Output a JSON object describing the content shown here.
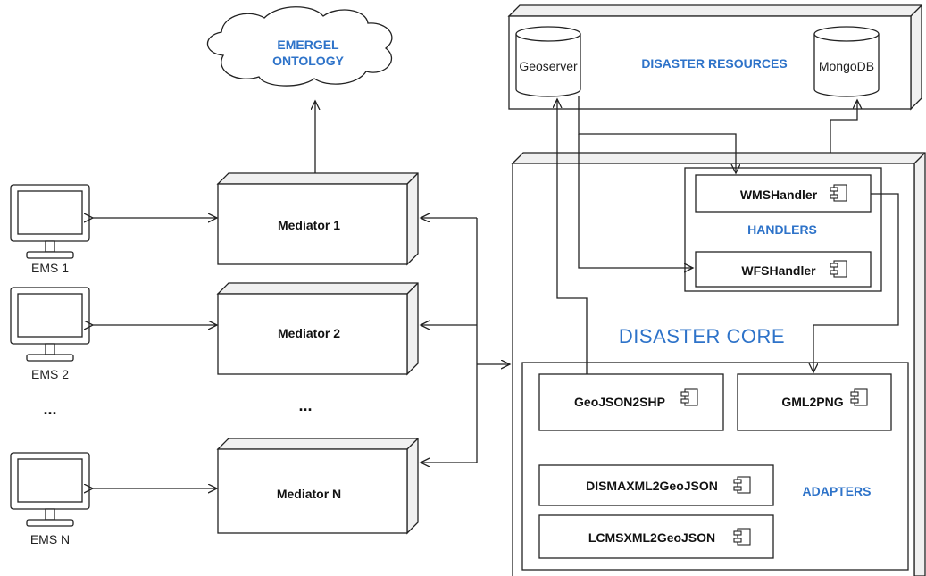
{
  "ontology": {
    "line1": "EMERGEL",
    "line2": "ONTOLOGY"
  },
  "resources": {
    "title": "DISASTER RESOURCES",
    "db1": "Geoserver",
    "db2": "MongoDB"
  },
  "core": {
    "title": "DISASTER CORE"
  },
  "handlers": {
    "title": "HANDLERS",
    "items": [
      "WMSHandler",
      "WFSHandler"
    ]
  },
  "adapters": {
    "title": "ADAPTERS",
    "items": [
      "GeoJSON2SHP",
      "GML2PNG",
      "DISMAXML2GeoJSON",
      "LCMSXML2GeoJSON"
    ]
  },
  "mediators": {
    "items": [
      "Mediator 1",
      "Mediator 2",
      "Mediator N"
    ],
    "ellipsis": "..."
  },
  "ems": {
    "items": [
      "EMS 1",
      "EMS 2",
      "EMS N"
    ],
    "ellipsis": "..."
  },
  "colors": {
    "blue_label": "#2e73c9",
    "line": "#222222"
  }
}
